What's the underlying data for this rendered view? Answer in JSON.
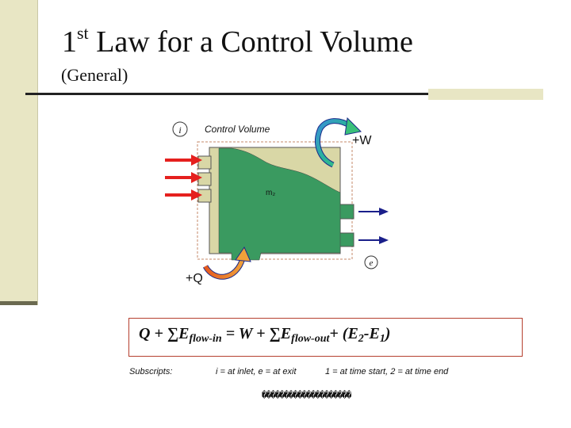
{
  "slide": {
    "title_prefix": "1",
    "title_sup": "st",
    "title_rest": " Law for a Control Volume",
    "subtitle": "(General)"
  },
  "diagram": {
    "inlet_label": "i",
    "cv_label": "Control Volume",
    "work_label": "+W",
    "mass_label": "m₂",
    "exit_label": "e",
    "heat_label": "+Q"
  },
  "equation": {
    "q": "Q + ",
    "sum1": "∑E",
    "flow_in": "flow-in",
    "eq": " = W + ",
    "sum2": "∑E",
    "flow_out": "flow-out",
    "tail1": "+ (E",
    "two": "2",
    "minus": "-E",
    "one": "1",
    "close": ")"
  },
  "subscripts": {
    "label": "Subscripts:",
    "inlet_exit": "i = at inlet,  e = at exit",
    "times": "1 = at time start,  2 = at time end",
    "garbled": "��������������������"
  },
  "colors": {
    "band": "#e8e6c4",
    "tank": "#d9d7a6",
    "fluid": "#3a9a60",
    "inlet_arrow": "#e5201e",
    "exit_arrow": "#1a1f8a",
    "eq_border": "#b5402f"
  }
}
